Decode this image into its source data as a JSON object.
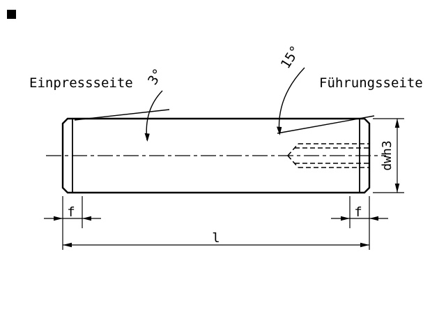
{
  "labels": {
    "press_in_side": "Einpressseite",
    "guide_side": "Führungsseite",
    "chamfer_angle": "3°",
    "guide_angle": "15°",
    "dim_f_left": "f",
    "dim_f_right": "f",
    "dim_length": "l",
    "dim_diameter": "dwh3"
  },
  "colors": {
    "line": "#000000",
    "background": "#ffffff"
  }
}
